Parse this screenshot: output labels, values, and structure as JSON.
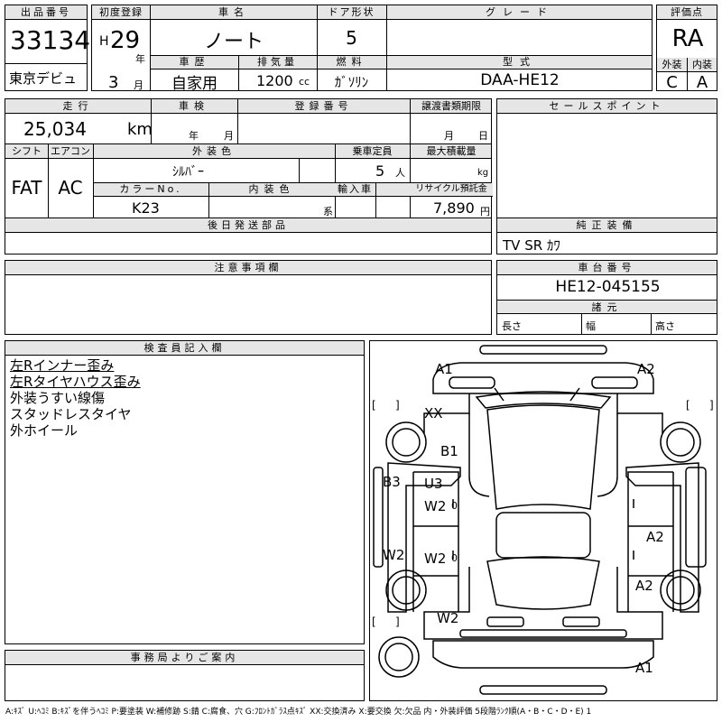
{
  "listing": {
    "label": "出品番号",
    "value": "33134",
    "event": "東京デビュ"
  },
  "first_reg": {
    "label": "初度登録",
    "era": "H",
    "year": "29",
    "year_unit": "年",
    "month": "3",
    "month_unit": "月"
  },
  "car_name": {
    "label": "車名",
    "value": "ノート"
  },
  "door": {
    "label": "ドア形状",
    "value": "5"
  },
  "grade": {
    "label": "グレード",
    "value": ""
  },
  "rating": {
    "label": "評価点",
    "value": "RA",
    "exterior_label": "外装",
    "exterior": "C",
    "interior_label": "内装",
    "interior": "A"
  },
  "history": {
    "label": "車歴",
    "value": "自家用"
  },
  "displacement": {
    "label": "排気量",
    "value": "1200",
    "unit": "cc"
  },
  "fuel": {
    "label": "燃料",
    "value": "ｶﾞｿﾘﾝ"
  },
  "model": {
    "label": "型式",
    "value": "DAA-HE12"
  },
  "mileage": {
    "label": "走行",
    "value": "25,034",
    "unit": "km"
  },
  "inspection": {
    "label": "車検",
    "year_unit": "年",
    "month_unit": "月"
  },
  "registration_no": {
    "label": "登録番号",
    "value": ""
  },
  "transfer_doc": {
    "label": "譲渡書類期限",
    "month_unit": "月",
    "day_unit": "日"
  },
  "shift": {
    "label": "シフト",
    "value": "FAT"
  },
  "aircon": {
    "label": "エアコン",
    "value": "AC"
  },
  "ext_color": {
    "label": "外装色",
    "value": "ｼﾙﾊﾞｰ"
  },
  "capacity": {
    "label": "乗車定員",
    "value": "5",
    "unit": "人"
  },
  "max_load": {
    "label": "最大積載量",
    "unit": "kg"
  },
  "color_no": {
    "label": "カラーNo.",
    "value": "K23"
  },
  "int_color": {
    "label": "内装色",
    "unit": "系"
  },
  "import": {
    "label": "輸入車"
  },
  "recycle": {
    "label": "リサイクル預託金",
    "value": "7,890",
    "unit": "円"
  },
  "later_parts": {
    "label": "後日発送部品"
  },
  "sales_points": {
    "label": "セールスポイント"
  },
  "genuine_equipment": {
    "label": "純正装備",
    "value": "TV SR ｶﾜ"
  },
  "cautions": {
    "label": "注意事項欄"
  },
  "chassis": {
    "label": "車台番号",
    "value": "HE12-045155"
  },
  "specs": {
    "label": "諸元",
    "length": "長さ",
    "width": "幅",
    "height": "高さ"
  },
  "inspector": {
    "label": "検査員記入欄",
    "lines": [
      "左Rインナー歪み",
      "左Rタイヤハウス歪み",
      "外装うすい線傷",
      "スタッドレスタイヤ",
      "外ホイール"
    ]
  },
  "damage_map": {
    "marks": [
      "A1",
      "A2",
      "XX",
      "B1",
      "B3",
      "U3",
      "W2",
      "0",
      "W2",
      "W2",
      "0",
      "A2",
      "A2",
      "W2",
      "A1"
    ],
    "brackets": [
      "[",
      "]",
      "[",
      "]",
      "[",
      "]"
    ]
  },
  "office": {
    "label": "事務局よりご案内"
  },
  "legend": "A:ｷｽﾞ U:ﾍｺﾐ B:ｷｽﾞを伴うﾍｺﾐ P:要塗装 W:補修跡 S:錆 C:腐食、穴 G:ﾌﾛﾝﾄｶﾞﾗｽ点ｷｽﾞ XX:交換済み X:要交換 欠:欠品 内・外装評価 5段階ﾗﾝｸ順(A・B・C・D・E) 1"
}
